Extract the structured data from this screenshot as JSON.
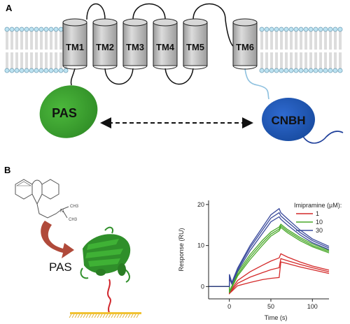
{
  "panel_a": {
    "label": "A",
    "helices": [
      "TM1",
      "TM2",
      "TM3",
      "TM4",
      "TM5",
      "TM6"
    ],
    "domains": {
      "left": "PAS",
      "right": "CNBH"
    }
  },
  "panel_b": {
    "label": "B",
    "pas_label": "PAS",
    "molecule_labels": [
      "N",
      "CH3",
      "CH3"
    ]
  },
  "chart_data": {
    "type": "line",
    "xlabel": "Time (s)",
    "ylabel": "Response (RU)",
    "xlim": [
      -25,
      120
    ],
    "ylim": [
      -3,
      21
    ],
    "x_ticks": [
      0,
      50,
      100
    ],
    "y_ticks": [
      0,
      10,
      20
    ],
    "legend": {
      "title": "Imipramine (µM):",
      "placement": "top-right"
    },
    "series": [
      {
        "name": "1",
        "color": "#d42a2a",
        "traces": [
          [
            [
              -25,
              0
            ],
            [
              0,
              0
            ],
            [
              0,
              -1.5
            ],
            [
              10,
              1.5
            ],
            [
              25,
              3.6
            ],
            [
              40,
              5.2
            ],
            [
              50,
              6.2
            ],
            [
              60,
              7
            ],
            [
              62,
              8
            ],
            [
              70,
              7.2
            ],
            [
              85,
              6
            ],
            [
              100,
              5
            ],
            [
              120,
              4
            ]
          ],
          [
            [
              -25,
              0
            ],
            [
              0,
              0
            ],
            [
              0,
              -1.6
            ],
            [
              10,
              0.8
            ],
            [
              25,
              2.3
            ],
            [
              40,
              3.4
            ],
            [
              50,
              4.1
            ],
            [
              60,
              4.6
            ],
            [
              62,
              6.8
            ],
            [
              70,
              6.3
            ],
            [
              85,
              5.4
            ],
            [
              100,
              4.6
            ],
            [
              120,
              3.6
            ]
          ],
          [
            [
              -25,
              0
            ],
            [
              0,
              0
            ],
            [
              0,
              -1.7
            ],
            [
              10,
              0.2
            ],
            [
              25,
              1
            ],
            [
              40,
              1.7
            ],
            [
              50,
              2
            ],
            [
              60,
              2.2
            ],
            [
              62,
              6
            ],
            [
              70,
              5.6
            ],
            [
              85,
              4.8
            ],
            [
              100,
              4.1
            ],
            [
              120,
              3.2
            ]
          ]
        ]
      },
      {
        "name": "10",
        "color": "#49a829",
        "traces": [
          [
            [
              -25,
              0
            ],
            [
              0,
              0
            ],
            [
              0,
              -1.3
            ],
            [
              10,
              3.5
            ],
            [
              25,
              7.8
            ],
            [
              40,
              11.3
            ],
            [
              50,
              13.3
            ],
            [
              60,
              14.5
            ],
            [
              62,
              15.2
            ],
            [
              70,
              13.9
            ],
            [
              85,
              12
            ],
            [
              100,
              10.4
            ],
            [
              120,
              8.8
            ]
          ],
          [
            [
              -25,
              0
            ],
            [
              0,
              0
            ],
            [
              0,
              -1.4
            ],
            [
              10,
              3
            ],
            [
              25,
              7.2
            ],
            [
              40,
              10.7
            ],
            [
              50,
              12.8
            ],
            [
              60,
              14
            ],
            [
              62,
              14.8
            ],
            [
              70,
              13.5
            ],
            [
              85,
              11.6
            ],
            [
              100,
              10
            ],
            [
              120,
              8.5
            ]
          ],
          [
            [
              -25,
              0
            ],
            [
              0,
              0
            ],
            [
              0,
              -1.5
            ],
            [
              10,
              2.6
            ],
            [
              25,
              6.6
            ],
            [
              40,
              10.1
            ],
            [
              50,
              12.3
            ],
            [
              60,
              13.6
            ],
            [
              62,
              14.4
            ],
            [
              70,
              13.1
            ],
            [
              85,
              11.2
            ],
            [
              100,
              9.7
            ],
            [
              120,
              8.2
            ]
          ]
        ]
      },
      {
        "name": "30",
        "color": "#3a4a9c",
        "traces": [
          [
            [
              -25,
              0
            ],
            [
              0,
              0
            ],
            [
              0,
              3
            ],
            [
              3,
              1
            ],
            [
              10,
              4.5
            ],
            [
              25,
              10
            ],
            [
              40,
              14.5
            ],
            [
              50,
              17.5
            ],
            [
              60,
              19
            ],
            [
              62,
              18
            ],
            [
              70,
              16.5
            ],
            [
              85,
              13.8
            ],
            [
              100,
              11.6
            ],
            [
              120,
              9.8
            ]
          ],
          [
            [
              -25,
              0
            ],
            [
              0,
              0
            ],
            [
              0,
              2.5
            ],
            [
              3,
              0.8
            ],
            [
              10,
              4.2
            ],
            [
              25,
              9.5
            ],
            [
              40,
              13.8
            ],
            [
              50,
              16.7
            ],
            [
              60,
              18
            ],
            [
              62,
              17.2
            ],
            [
              70,
              15.8
            ],
            [
              85,
              13.2
            ],
            [
              100,
              11.2
            ],
            [
              120,
              9.4
            ]
          ],
          [
            [
              -25,
              0
            ],
            [
              0,
              0
            ],
            [
              0,
              2
            ],
            [
              3,
              0.6
            ],
            [
              10,
              3.8
            ],
            [
              25,
              8.8
            ],
            [
              40,
              13
            ],
            [
              50,
              15.8
            ],
            [
              60,
              17
            ],
            [
              62,
              16.4
            ],
            [
              70,
              15
            ],
            [
              85,
              12.6
            ],
            [
              100,
              10.7
            ],
            [
              120,
              9
            ]
          ]
        ]
      }
    ]
  },
  "colors": {
    "helix_fill": "#c8c8c8",
    "pas_fill": "#3a9e2f",
    "cnbh_fill": "#1e55b5",
    "lipid_head": "#bde3f2",
    "membrane_surface": "#f1c232",
    "tether": "#d0262c",
    "arrow": "#b04a3a"
  }
}
